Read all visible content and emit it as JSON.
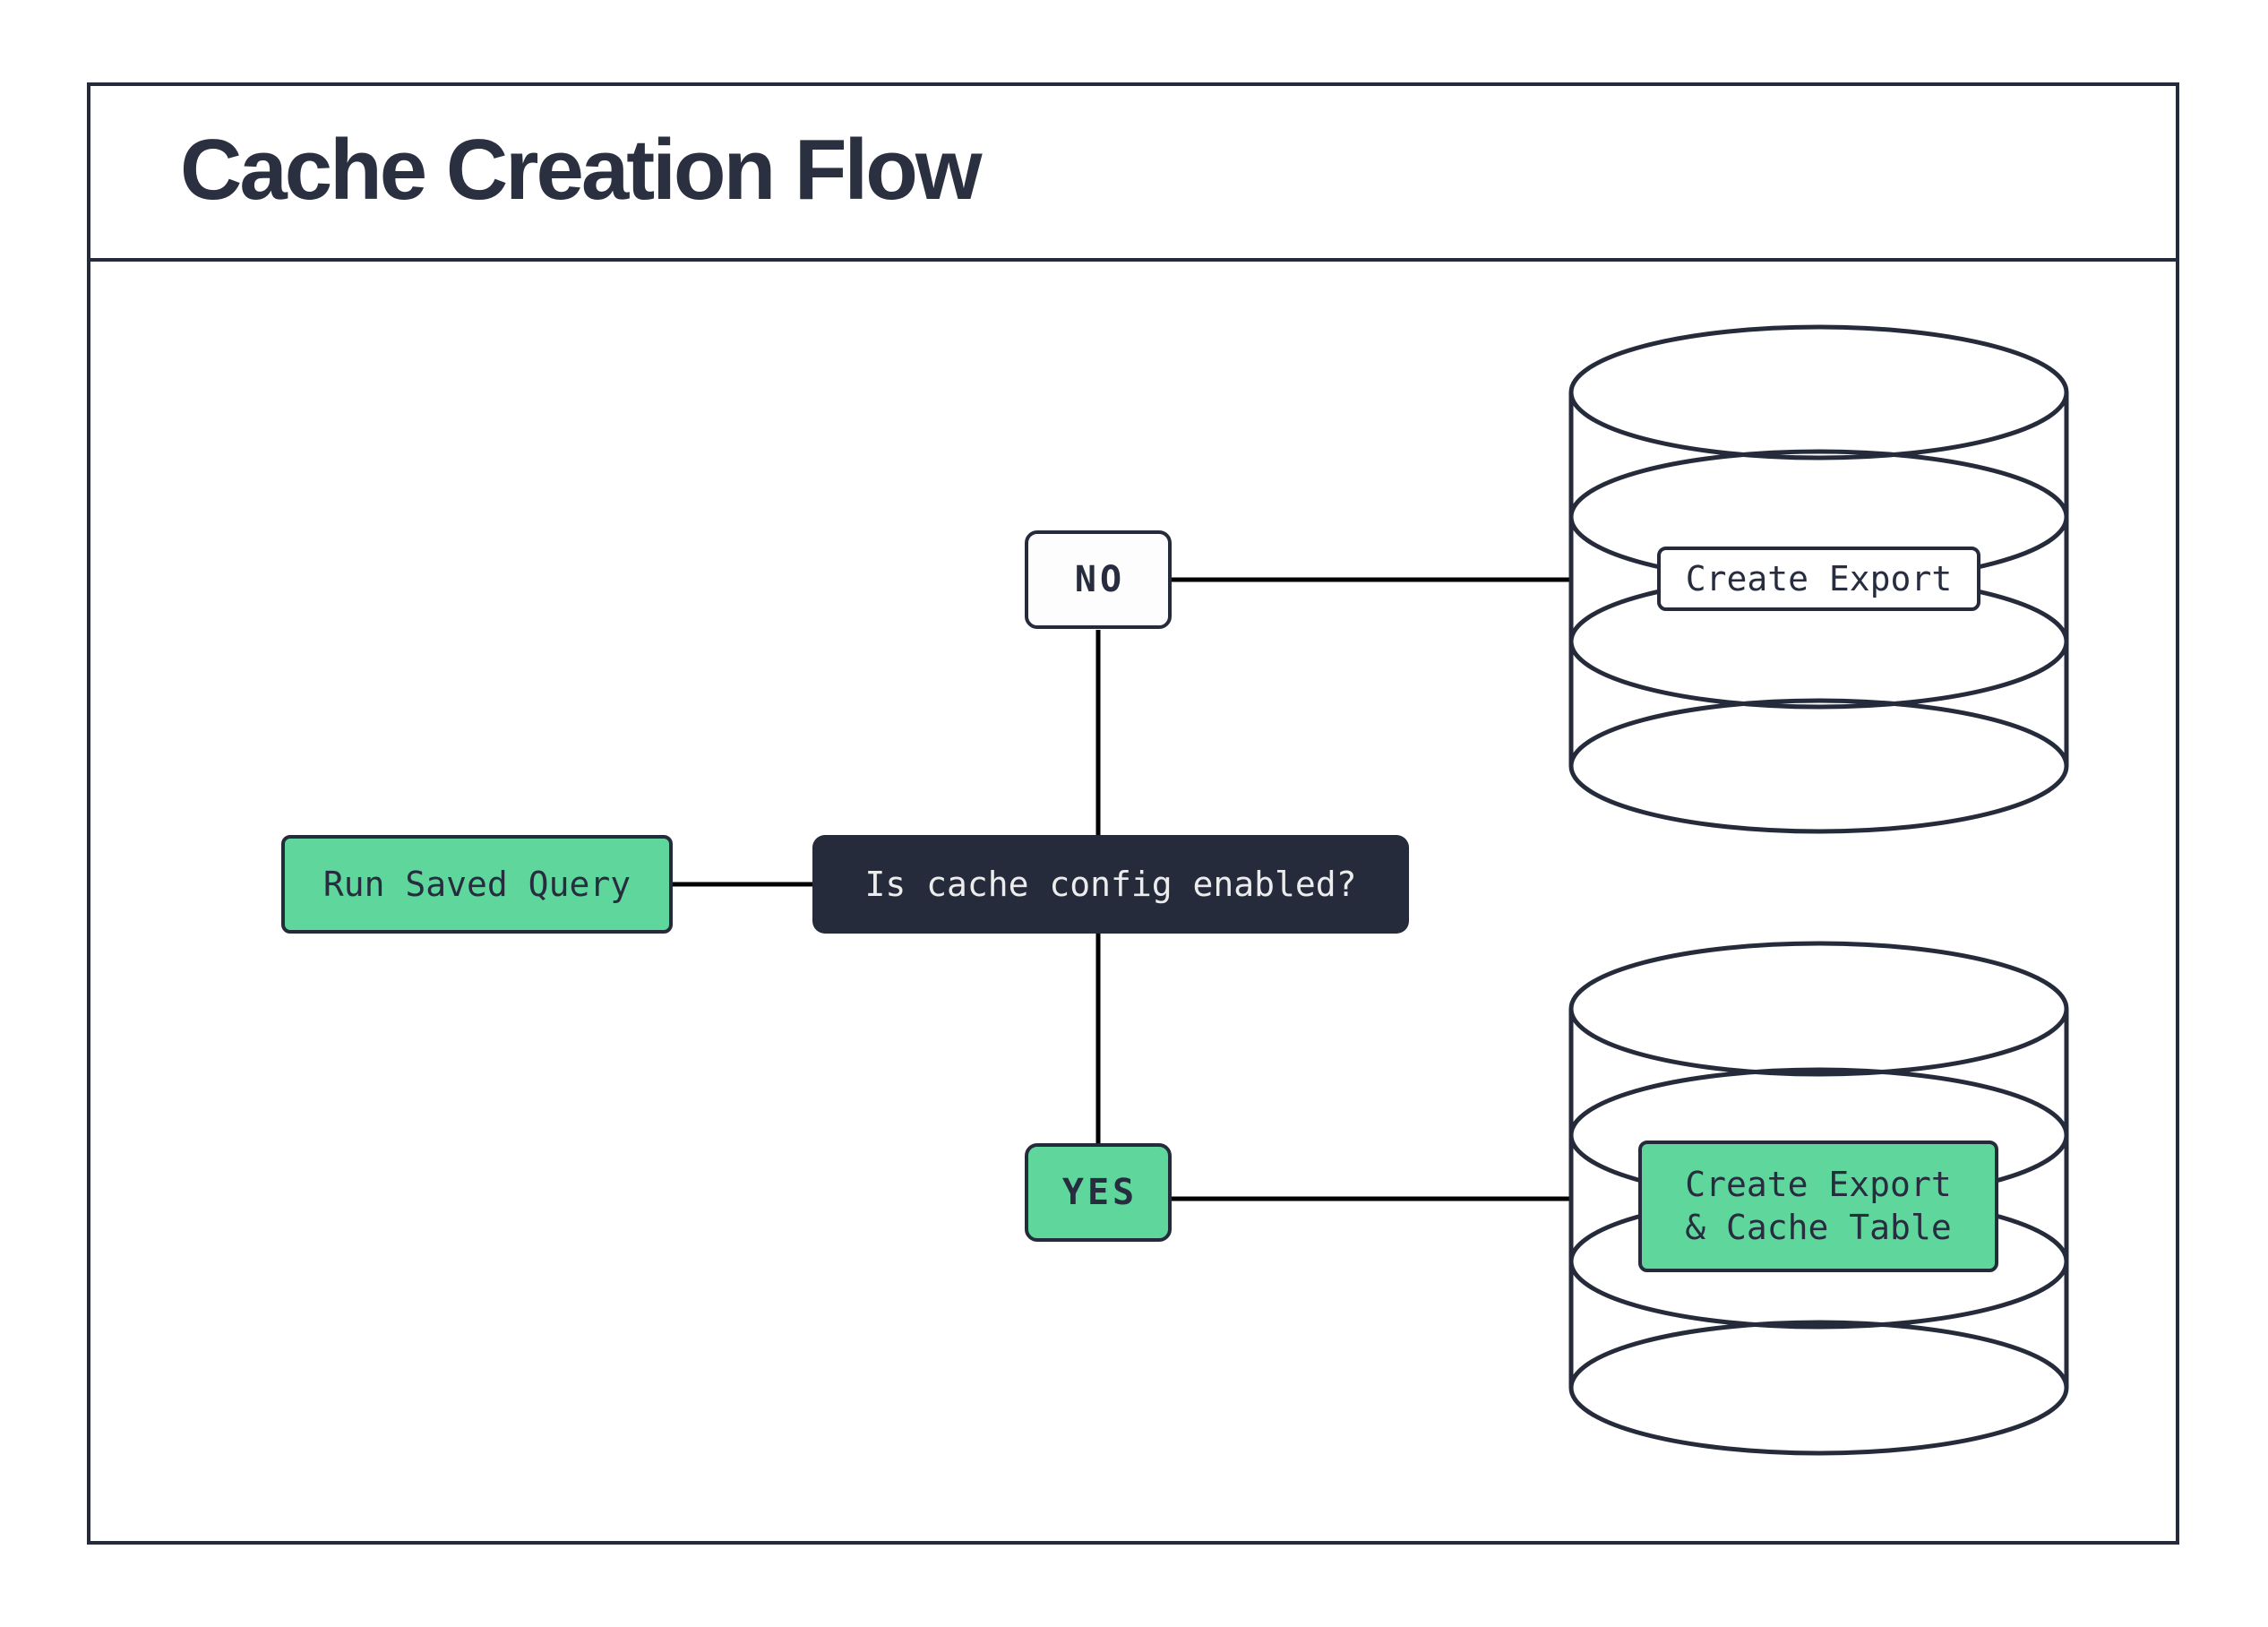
{
  "header": {
    "title": "Cache Creation Flow"
  },
  "flow": {
    "start": {
      "label": "Run Saved Query"
    },
    "decision": {
      "label": "Is cache config enabled?"
    },
    "branch_no": {
      "label": "NO"
    },
    "branch_yes": {
      "label": "YES"
    },
    "outcome_no": {
      "label": "Create Export",
      "icon": "database-icon"
    },
    "outcome_yes": {
      "lines": [
        "Create Export",
        "& Cache Table"
      ],
      "icon": "database-icon"
    }
  },
  "colors": {
    "navy": "#262b3b",
    "green": "#5fd79c",
    "connector_black": "#000000",
    "light_text": "#ececec",
    "background": "#ffffff"
  }
}
